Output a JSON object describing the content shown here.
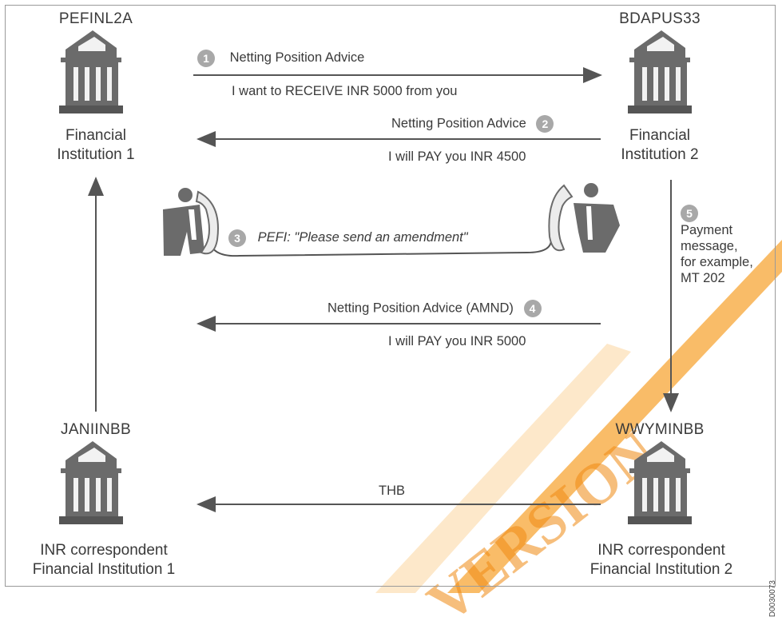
{
  "institutions": {
    "fi1": {
      "code": "PEFINL2A",
      "name_line1": "Financial",
      "name_line2": "Institution 1"
    },
    "fi2": {
      "code": "BDAPUS33",
      "name_line1": "Financial",
      "name_line2": "Institution 2"
    },
    "corr1": {
      "code": "JANIINBB",
      "name_line1": "INR correspondent",
      "name_line2": "Financial Institution 1"
    },
    "corr2": {
      "code": "WWYMINBB",
      "name_line1": "INR correspondent",
      "name_line2": "Financial Institution 2"
    }
  },
  "messages": {
    "m1": {
      "step": "1",
      "title": "Netting Position Advice",
      "detail": "I want to RECEIVE INR 5000 from you"
    },
    "m2": {
      "step": "2",
      "title": "Netting Position Advice",
      "detail": "I will PAY you INR 4500"
    },
    "m3": {
      "step": "3",
      "text": "PEFI: \"Please send an amendment\""
    },
    "m4": {
      "step": "4",
      "title": "Netting Position Advice (AMND)",
      "detail": "I will PAY you INR 5000"
    },
    "m5": {
      "step": "5",
      "line1": "Payment",
      "line2": "message,",
      "line3": "for example,",
      "line4": "MT 202"
    },
    "thb": {
      "label": "THB"
    }
  },
  "figure_id": "D0030073",
  "watermark_text": "VERSION",
  "colors": {
    "arrow": "#555555",
    "building": "#6b6b6b",
    "badge": "#a8a8a8",
    "watermark": "#f08a12"
  }
}
